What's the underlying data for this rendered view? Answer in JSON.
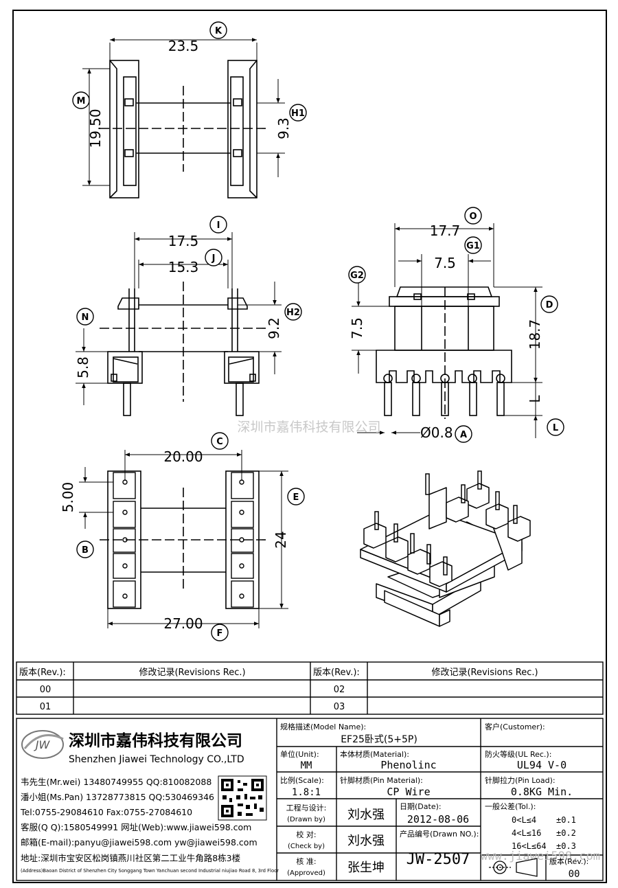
{
  "dimensions": {
    "k": "23.5",
    "m": "19.50",
    "h1": "9.3",
    "i": "17.5",
    "j": "15.3",
    "n": "5.8",
    "h2": "9.2",
    "o": "17.7",
    "g1": "7.5",
    "g2": "7.5",
    "d": "18.7",
    "l": "L",
    "a": "Ø0.8",
    "c": "20.00",
    "e": "24",
    "b": "5.00",
    "f": "27.00"
  },
  "callouts": [
    "K",
    "M",
    "H1",
    "I",
    "J",
    "N",
    "H2",
    "O",
    "G1",
    "G2",
    "D",
    "L",
    "A",
    "C",
    "E",
    "B",
    "F"
  ],
  "watermark": "深圳市嘉伟科技有限公司",
  "revisions": {
    "rev_header": "版本(Rev.):",
    "rec_header": "修改记录(Revisions Rec.)",
    "rows": [
      [
        "00",
        "",
        "02",
        ""
      ],
      [
        "01",
        "",
        "03",
        ""
      ]
    ]
  },
  "company": {
    "logo_text": "JW",
    "name_cn": "深圳市嘉伟科技有限公司",
    "name_en": "Shenzhen Jiawei Technology CO.,LTD",
    "contacts": [
      "韦先生(Mr.wei) 13480749955 QQ:810082088",
      "潘小姐(Ms.Pan) 13728773815 QQ:530469346",
      "Tel:0755-29084610      Fax:0755-27084610",
      "客服(Q Q):1580549991   网址(Web):www.jiawei598.com",
      "邮箱(E-mail):panyu@jiawei598.com  yw@jiawei598.com",
      "地址:深圳市宝安区松岗镇燕川社区第二工业牛角路8栋3楼"
    ],
    "address_en": "(Address)Baoan District of Shenzhen City Songgang Town Yanchuan  second Industrial niujiao Road 8, 3rd Floor"
  },
  "title_block": {
    "model_label": "规格描述(Model Name):",
    "model_value": "EF25卧式(5+5P)",
    "customer_label": "客户(Customer):",
    "unit_label": "单位(Unit):",
    "unit_value": "MM",
    "material_label": "本体材质(Material):",
    "material_value": "Phenolinc",
    "ul_label": "防火等级(UL Rec.):",
    "ul_value": "UL94 V-0",
    "scale_label": "比例(Scale):",
    "scale_value": "1.8:1",
    "pin_material_label": "针脚材质(Pin Material):",
    "pin_material_value": "CP Wire",
    "pin_load_label": "针脚拉力(Pin Load):",
    "pin_load_value": "0.8KG Min.",
    "drawn_label_cn": "工程与设计:",
    "drawn_label_en": "(Drawn by)",
    "drawn_value": "刘水强",
    "check_label_cn": "校  对:",
    "check_label_en": "(Check by)",
    "check_value": "刘水强",
    "approved_label_cn": "核  准:",
    "approved_label_en": "(Approved)",
    "approved_value": "张生坤",
    "date_label": "日期(Date):",
    "date_value": "2012-08-06",
    "drawn_no_label": "产品编号(Drawn NO.):",
    "drawn_no_value": "JW-2507",
    "tol_label": "一般公差(Tol.):",
    "tol_rows": [
      [
        "0<L≤4",
        "±0.1"
      ],
      [
        "4<L≤16",
        "±0.2"
      ],
      [
        "16<L≤64",
        "±0.3"
      ]
    ],
    "rev_label": "版本(Rev.):",
    "rev_value": "00",
    "watermark_url": "www.jiawei598.com"
  }
}
